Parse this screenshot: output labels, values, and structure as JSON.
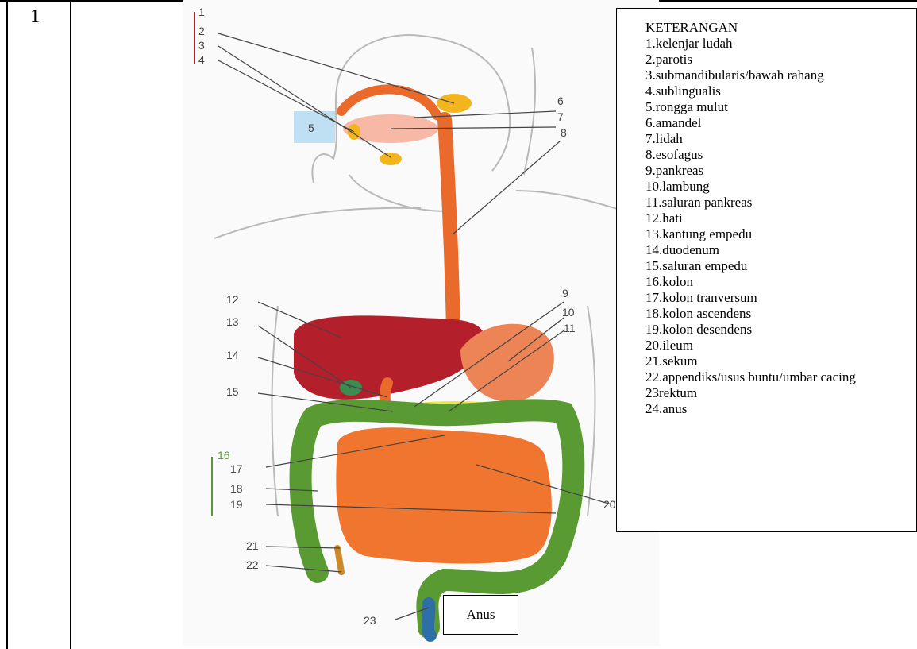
{
  "row_number": "1",
  "legend": {
    "title": "KETERANGAN",
    "items": [
      "1.kelenjar ludah",
      "2.parotis",
      "3.submandibularis/bawah rahang",
      "4.sublingualis",
      "5.rongga mulut",
      "6.amandel",
      "7.lidah",
      "8.esofagus",
      "9.pankreas",
      "10.lambung",
      "11.saluran pankreas",
      "12.hati",
      "13.kantung empedu",
      "14.duodenum",
      "15.saluran empedu",
      "16.kolon",
      "17.kolon tranversum",
      "18.kolon ascendens",
      "19.kolon desendens",
      "20.ileum",
      "21.sekum",
      "22.appendiks/usus buntu/umbar cacing",
      "23rektum",
      "24.anus"
    ]
  },
  "anus_label": "Anus",
  "figure_numbers": {
    "n1": "1",
    "n2": "2",
    "n3": "3",
    "n4": "4",
    "n5": "5",
    "n6": "6",
    "n7": "7",
    "n8": "8",
    "n9": "9",
    "n10": "10",
    "n11": "11",
    "n12": "12",
    "n13": "13",
    "n14": "14",
    "n15": "15",
    "n16": "16",
    "n17": "17",
    "n18": "18",
    "n19": "19",
    "n20": "20",
    "n21": "21",
    "n22": "22",
    "n23": "23"
  },
  "colors": {
    "esophagus": "#ea6a2c",
    "liver": "#b3202c",
    "colon": "#5a9a32",
    "intestine": "#f0752e",
    "gland": "#f2b51e",
    "mouth": "#bfe0f2",
    "pancreas": "#f3e53a"
  }
}
